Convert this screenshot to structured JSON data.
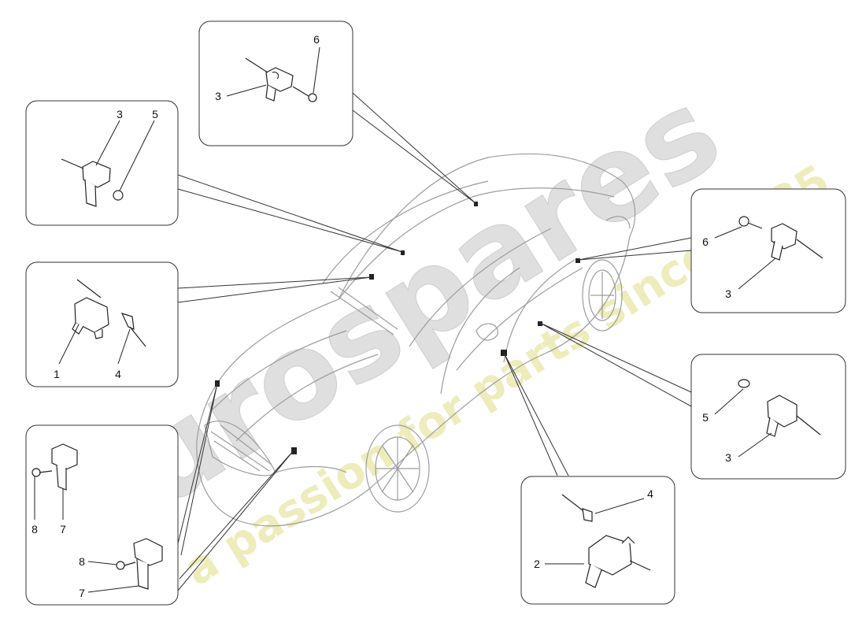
{
  "watermark": {
    "brand": "eurospares",
    "tagline": "a passion for parts since 1985",
    "brand_color": "#d6d6d6",
    "tagline_color": "#e9e7a8"
  },
  "colors": {
    "line": "#222222",
    "car_line": "#a0a0a0",
    "panel_border": "#333333"
  },
  "callouts": {
    "top_center": [
      "6",
      "3"
    ],
    "upper_left": [
      "3",
      "5"
    ],
    "mid_left": [
      "1",
      "4"
    ],
    "lower_left": [
      "8",
      "7",
      "8",
      "7"
    ],
    "right_upper": [
      "6",
      "3"
    ],
    "right_mid": [
      "5",
      "3"
    ],
    "bottom_center": [
      "4",
      "2"
    ]
  }
}
